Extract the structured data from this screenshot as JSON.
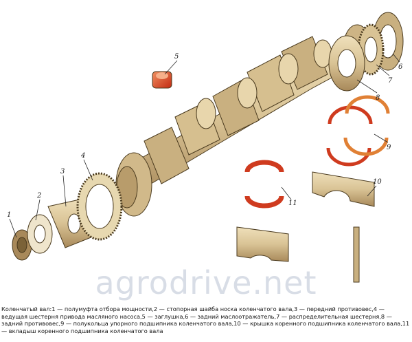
{
  "figure": {
    "watermark": "agrodrive.net",
    "caption": "Коленчатый вал:1 — полумуфта отбора мощности,2 — стопорная шайба носка коленчатого вала,3 — передний противовес,4 — ведущая шестерня привода масляного насоса,5 — заглушка,6 — задний маслоотражатель,7 — распределительная шестерня,8 — задний противовес,9 — полукольца упорного подшипника коленчатого вала,10 — крышка коренного подшипника коленчатого вала,11 — вкладыш коренного подшипника коленчатого вала",
    "callouts": [
      "1",
      "2",
      "3",
      "4",
      "5",
      "6",
      "7",
      "8",
      "9",
      "10",
      "11"
    ],
    "colors": {
      "metal": "#d9c395",
      "metal_dark": "#a8895a",
      "bearing_red": "#cf3b1f",
      "bearing_orange": "#e08035",
      "outline": "#4a3a1e"
    }
  }
}
